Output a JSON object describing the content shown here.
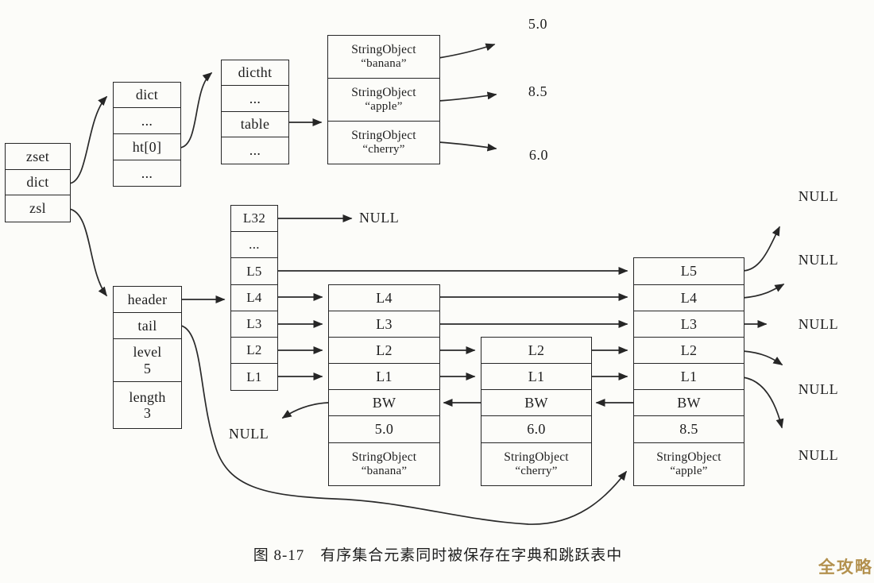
{
  "figure": {
    "caption": "图 8-17　有序集合元素同时被保存在字典和跳跃表中",
    "watermark": "全攻略",
    "ink_color": "#262626",
    "watermark_color": "#b3914e"
  },
  "zsetStruct": {
    "rows": [
      "zset",
      "dict",
      "zsl"
    ]
  },
  "dictStruct": {
    "rows": [
      "dict",
      "...",
      "ht[0]",
      "..."
    ]
  },
  "dicthtStruct": {
    "rows": [
      "dictht",
      "...",
      "table",
      "..."
    ]
  },
  "bucketTable": {
    "rows": [
      {
        "type": "StringObject",
        "value": "“banana”"
      },
      {
        "type": "StringObject",
        "value": "“apple”"
      },
      {
        "type": "StringObject",
        "value": "“cherry”"
      }
    ]
  },
  "scores": {
    "banana": "5.0",
    "apple": "8.5",
    "cherry": "6.0"
  },
  "zslStruct": {
    "rows": [
      {
        "label": "header",
        "value": ""
      },
      {
        "label": "tail",
        "value": ""
      },
      {
        "label": "level",
        "value": "5"
      },
      {
        "label": "length",
        "value": "3"
      }
    ]
  },
  "headerNode": {
    "levels": [
      "L32",
      "...",
      "L5",
      "L4",
      "L3",
      "L2",
      "L1"
    ]
  },
  "bananaNode": {
    "levels": [
      "L4",
      "L3",
      "L2",
      "L1"
    ],
    "backward": "BW",
    "score": "5.0",
    "objType": "StringObject",
    "objValue": "“banana”"
  },
  "cherryNode": {
    "levels": [
      "L2",
      "L1"
    ],
    "backward": "BW",
    "score": "6.0",
    "objType": "StringObject",
    "objValue": "“cherry”"
  },
  "appleNode": {
    "levels": [
      "L5",
      "L4",
      "L3",
      "L2",
      "L1"
    ],
    "backward": "BW",
    "score": "8.5",
    "objType": "StringObject",
    "objValue": "“apple”"
  },
  "nullLabels": {
    "l32": "NULL",
    "backward": "NULL",
    "right": [
      "NULL",
      "NULL",
      "NULL",
      "NULL",
      "NULL"
    ]
  }
}
